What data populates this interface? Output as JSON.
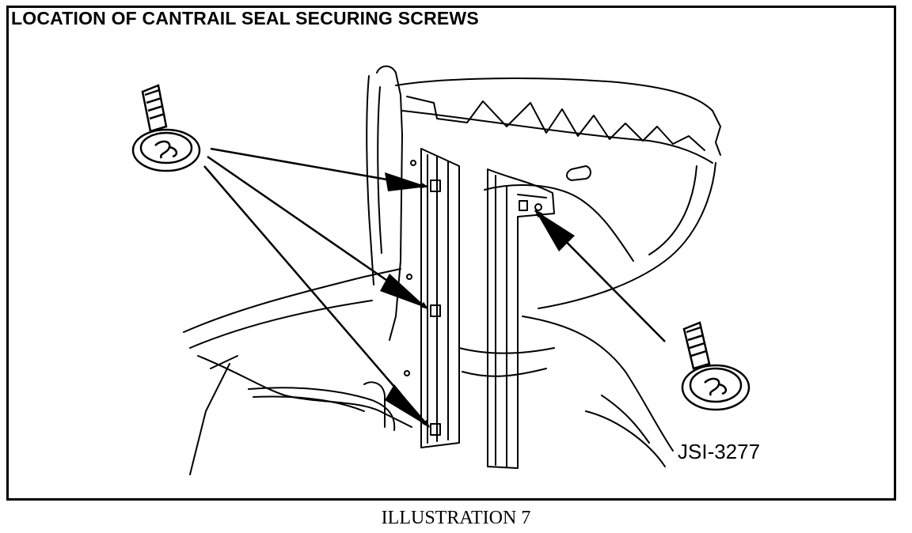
{
  "figure": {
    "title": "LOCATION OF CANTRAIL SEAL SECURING SCREWS",
    "reference_code": "JSI-3277",
    "caption": "ILLUSTRATION 7"
  },
  "callouts": [
    {
      "label": "screw",
      "icon": "screw-icon",
      "count": 3
    },
    {
      "label": "screw",
      "icon": "screw-icon",
      "count": 1
    }
  ],
  "colors": {
    "ink": "#000000",
    "paper": "#ffffff"
  }
}
